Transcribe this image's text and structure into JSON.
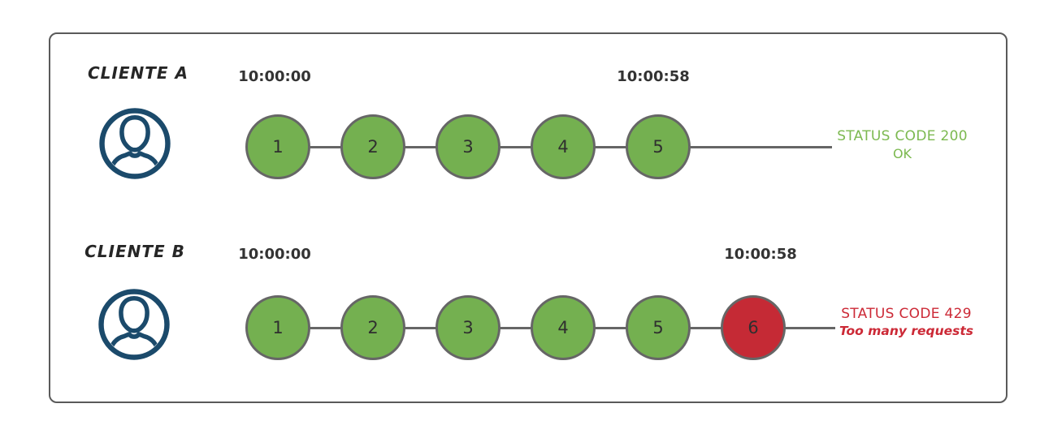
{
  "diagram": {
    "colors": {
      "success_fill": "#74b050",
      "error_fill": "#c52a35",
      "success_text": "#7cb950",
      "error_text": "#cc2936",
      "connector": "#666666",
      "person_icon": "#1b4a6b",
      "frame_border": "#5a5a5a"
    },
    "rows": [
      {
        "client": "CLIENTE A",
        "person_icon": "person-avatar-icon",
        "start_time": "10:00:00",
        "end_time": "10:00:58",
        "requests": [
          {
            "label": "1",
            "status": "success"
          },
          {
            "label": "2",
            "status": "success"
          },
          {
            "label": "3",
            "status": "success"
          },
          {
            "label": "4",
            "status": "success"
          },
          {
            "label": "5",
            "status": "success"
          }
        ],
        "outcome": "success",
        "status_code_text": "STATUS CODE 200",
        "status_detail": "OK"
      },
      {
        "client": "CLIENTE B",
        "person_icon": "person-avatar-icon",
        "start_time": "10:00:00",
        "end_time": "10:00:58",
        "requests": [
          {
            "label": "1",
            "status": "success"
          },
          {
            "label": "2",
            "status": "success"
          },
          {
            "label": "3",
            "status": "success"
          },
          {
            "label": "4",
            "status": "success"
          },
          {
            "label": "5",
            "status": "success"
          },
          {
            "label": "6",
            "status": "error"
          }
        ],
        "outcome": "error",
        "status_code_text": "STATUS CODE 429",
        "status_detail": "Too many requests"
      }
    ]
  }
}
